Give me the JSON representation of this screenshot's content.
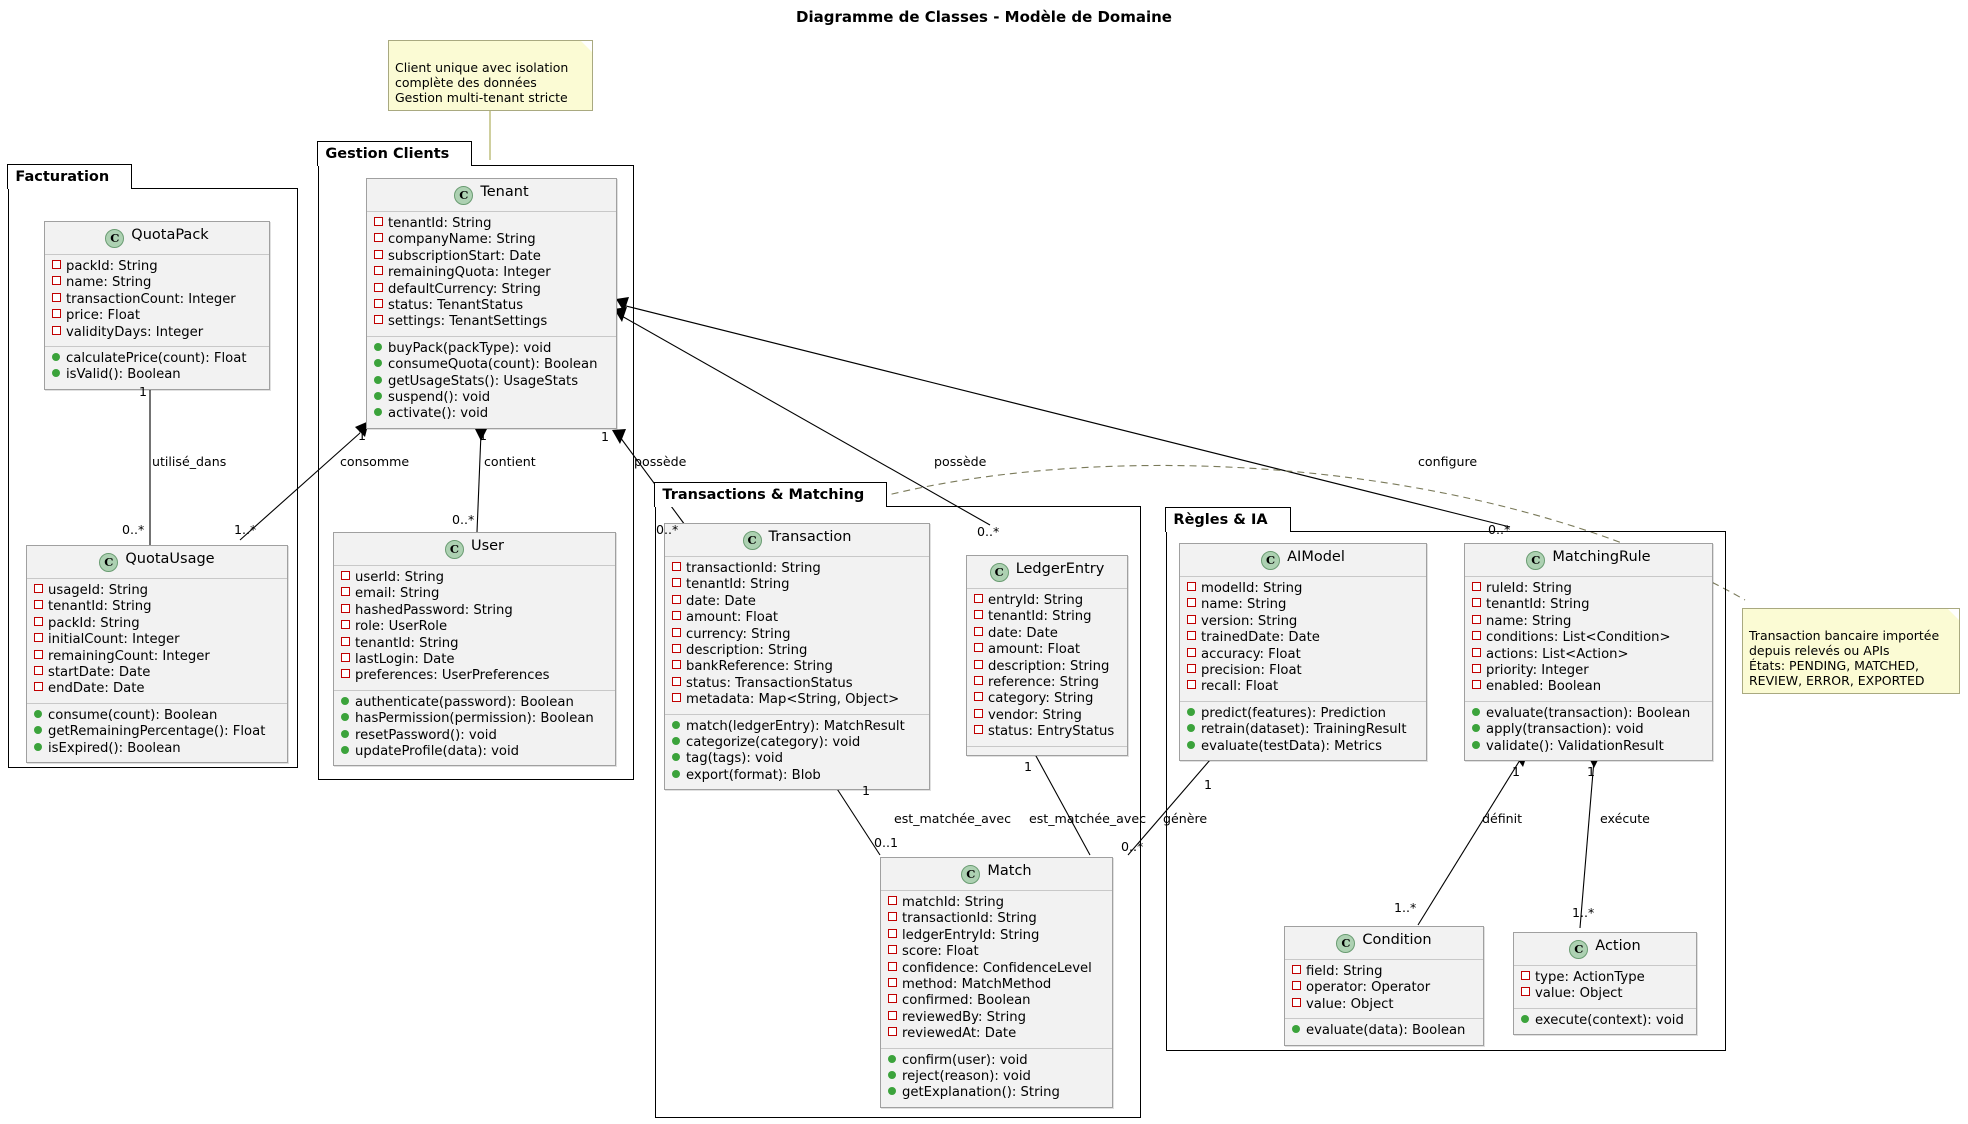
{
  "title": "Diagramme de Classes - Modèle de Domaine",
  "packages": [
    {
      "id": "facturation",
      "label": "Facturation"
    },
    {
      "id": "gestion_clients",
      "label": "Gestion Clients"
    },
    {
      "id": "transactions_matching",
      "label": "Transactions & Matching"
    },
    {
      "id": "regles_ia",
      "label": "Règles & IA"
    }
  ],
  "classes": [
    {
      "id": "quotapack",
      "name": "QuotaPack",
      "stereotype": "C",
      "fields": [
        "packId: String",
        "name: String",
        "transactionCount: Integer",
        "price: Float",
        "validityDays: Integer"
      ],
      "methods": [
        "calculatePrice(count): Float",
        "isValid(): Boolean"
      ]
    },
    {
      "id": "quotausage",
      "name": "QuotaUsage",
      "stereotype": "C",
      "fields": [
        "usageId: String",
        "tenantId: String",
        "packId: String",
        "initialCount: Integer",
        "remainingCount: Integer",
        "startDate: Date",
        "endDate: Date"
      ],
      "methods": [
        "consume(count): Boolean",
        "getRemainingPercentage(): Float",
        "isExpired(): Boolean"
      ]
    },
    {
      "id": "tenant",
      "name": "Tenant",
      "stereotype": "C",
      "fields": [
        "tenantId: String",
        "companyName: String",
        "subscriptionStart: Date",
        "remainingQuota: Integer",
        "defaultCurrency: String",
        "status: TenantStatus",
        "settings: TenantSettings"
      ],
      "methods": [
        "buyPack(packType): void",
        "consumeQuota(count): Boolean",
        "getUsageStats(): UsageStats",
        "suspend(): void",
        "activate(): void"
      ]
    },
    {
      "id": "user",
      "name": "User",
      "stereotype": "C",
      "fields": [
        "userId: String",
        "email: String",
        "hashedPassword: String",
        "role: UserRole",
        "tenantId: String",
        "lastLogin: Date",
        "preferences: UserPreferences"
      ],
      "methods": [
        "authenticate(password): Boolean",
        "hasPermission(permission): Boolean",
        "resetPassword(): void",
        "updateProfile(data): void"
      ]
    },
    {
      "id": "transaction",
      "name": "Transaction",
      "stereotype": "C",
      "fields": [
        "transactionId: String",
        "tenantId: String",
        "date: Date",
        "amount: Float",
        "currency: String",
        "description: String",
        "bankReference: String",
        "status: TransactionStatus",
        "metadata: Map<String, Object>"
      ],
      "methods": [
        "match(ledgerEntry): MatchResult",
        "categorize(category): void",
        "tag(tags): void",
        "export(format): Blob"
      ]
    },
    {
      "id": "ledgerentry",
      "name": "LedgerEntry",
      "stereotype": "C",
      "fields": [
        "entryId: String",
        "tenantId: String",
        "date: Date",
        "amount: Float",
        "description: String",
        "reference: String",
        "category: String",
        "vendor: String",
        "status: EntryStatus"
      ],
      "methods": []
    },
    {
      "id": "match",
      "name": "Match",
      "stereotype": "C",
      "fields": [
        "matchId: String",
        "transactionId: String",
        "ledgerEntryId: String",
        "score: Float",
        "confidence: ConfidenceLevel",
        "method: MatchMethod",
        "confirmed: Boolean",
        "reviewedBy: String",
        "reviewedAt: Date"
      ],
      "methods": [
        "confirm(user): void",
        "reject(reason): void",
        "getExplanation(): String"
      ]
    },
    {
      "id": "aimodel",
      "name": "AIModel",
      "stereotype": "C",
      "fields": [
        "modelId: String",
        "name: String",
        "version: String",
        "trainedDate: Date",
        "accuracy: Float",
        "precision: Float",
        "recall: Float"
      ],
      "methods": [
        "predict(features): Prediction",
        "retrain(dataset): TrainingResult",
        "evaluate(testData): Metrics"
      ]
    },
    {
      "id": "matchingrule",
      "name": "MatchingRule",
      "stereotype": "C",
      "fields": [
        "ruleId: String",
        "tenantId: String",
        "name: String",
        "conditions: List<Condition>",
        "actions: List<Action>",
        "priority: Integer",
        "enabled: Boolean"
      ],
      "methods": [
        "evaluate(transaction): Boolean",
        "apply(transaction): void",
        "validate(): ValidationResult"
      ]
    },
    {
      "id": "condition",
      "name": "Condition",
      "stereotype": "C",
      "fields": [
        "field: String",
        "operator: Operator",
        "value: Object"
      ],
      "methods": [
        "evaluate(data): Boolean"
      ]
    },
    {
      "id": "action",
      "name": "Action",
      "stereotype": "C",
      "fields": [
        "type: ActionType",
        "value: Object"
      ],
      "methods": [
        "execute(context): void"
      ]
    }
  ],
  "notes": [
    {
      "id": "note-tenant",
      "text": "Client unique avec isolation\ncomplète des données\nGestion multi-tenant stricte"
    },
    {
      "id": "note-transaction",
      "text": "Transaction bancaire importée\ndepuis relevés ou APIs\nÉtats: PENDING, MATCHED,\nREVIEW, ERROR, EXPORTED"
    }
  ],
  "relations": [
    {
      "id": "quotapack-quotausage",
      "label": "utilisé_dans",
      "source_mult": "1",
      "target_mult": "0..*"
    },
    {
      "id": "tenant-quotausage",
      "label": "consomme",
      "source_mult": "1",
      "target_mult": "1..*"
    },
    {
      "id": "tenant-user",
      "label": "contient",
      "source_mult": "1",
      "target_mult": "0..*"
    },
    {
      "id": "tenant-transaction",
      "label": "possède",
      "source_mult": "1",
      "target_mult": "0..*"
    },
    {
      "id": "tenant-ledgerentry",
      "label": "possède",
      "source_mult": "1",
      "target_mult": "0..*"
    },
    {
      "id": "tenant-matchingrule",
      "label": "configure",
      "source_mult": "1",
      "target_mult": "0..*"
    },
    {
      "id": "transaction-match",
      "label": "est_matchée_avec",
      "source_mult": "1",
      "target_mult": "0..1"
    },
    {
      "id": "ledgerentry-match",
      "label": "est_matchée_avec",
      "source_mult": "1",
      "target_mult": "0..*"
    },
    {
      "id": "aimodel-match",
      "label": "génère",
      "source_mult": "1",
      "target_mult": "0..*"
    },
    {
      "id": "matchingrule-condition",
      "label": "définit",
      "source_mult": "1",
      "target_mult": "1..*"
    },
    {
      "id": "matchingrule-action",
      "label": "exécute",
      "source_mult": "1",
      "target_mult": "1..*"
    }
  ],
  "colors": {
    "class_fill": "#f2f2f2",
    "class_border": "#a0a0a0",
    "stereotype_fill": "#add1b2",
    "field_marker": "#c00000",
    "method_marker": "#3ba33b",
    "note_fill": "#fbfbd4",
    "note_border": "#a9a980",
    "package_border": "#000000"
  }
}
